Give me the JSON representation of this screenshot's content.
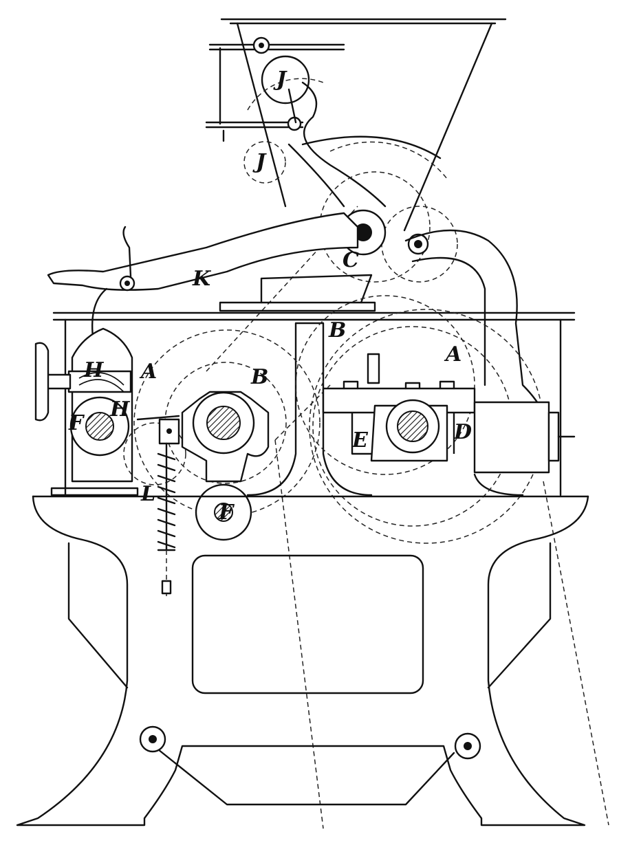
{
  "figure": {
    "labels": {
      "j_upper": "J",
      "j_lower": "J",
      "c": "C",
      "k": "K",
      "b_top": "B",
      "b_left": "B",
      "a_left": "A",
      "a_right": "A",
      "h_upper": "H",
      "h_lower": "H",
      "f_left": "F",
      "f_lower": "F",
      "l": "L",
      "e": "E",
      "d": "D"
    }
  }
}
